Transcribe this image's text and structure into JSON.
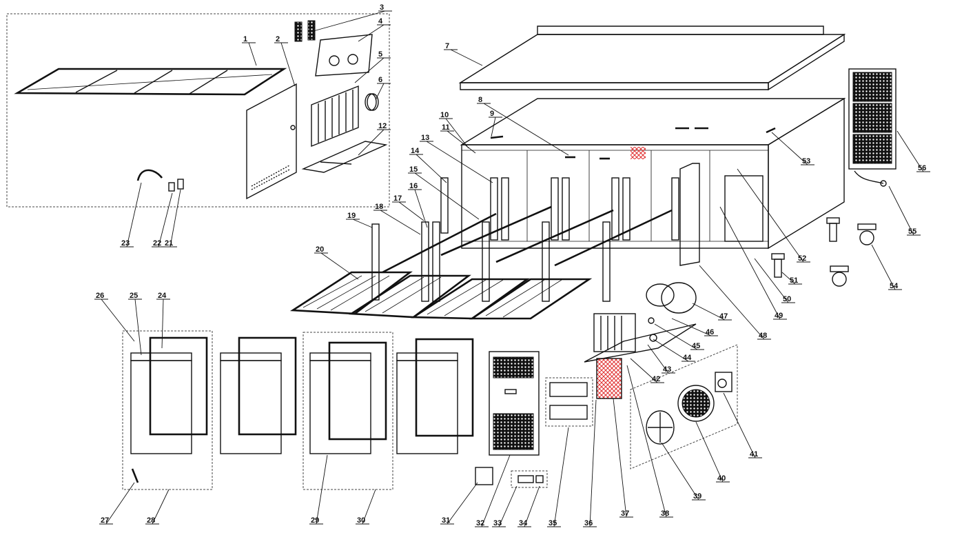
{
  "diagram": {
    "type": "exploded-parts-diagram",
    "accent_colors": {
      "highlight": "#e03030",
      "line": "#111111",
      "background": "#ffffff"
    },
    "callouts": [
      "1",
      "2",
      "3",
      "4",
      "5",
      "6",
      "7",
      "8",
      "9",
      "10",
      "11",
      "12",
      "13",
      "14",
      "15",
      "16",
      "17",
      "18",
      "19",
      "20",
      "21",
      "22",
      "23",
      "24",
      "25",
      "26",
      "27",
      "28",
      "29",
      "30",
      "31",
      "32",
      "33",
      "34",
      "35",
      "36",
      "37",
      "38",
      "39",
      "40",
      "41",
      "42",
      "43",
      "44",
      "45",
      "46",
      "47",
      "48",
      "49",
      "50",
      "51",
      "52",
      "53",
      "54",
      "55",
      "56"
    ]
  }
}
